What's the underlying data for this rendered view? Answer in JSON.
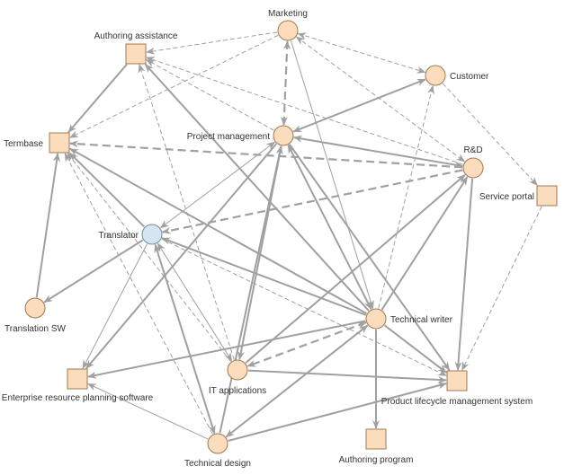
{
  "diagram": {
    "type": "directed-network",
    "colors": {
      "node_fill": "#fbdcbd",
      "node_stroke": "#a07850",
      "highlight_fill": "#d5e6f0",
      "highlight_stroke": "#6b8fa8",
      "edge": "#a0a0a0"
    },
    "nodes": [
      {
        "id": "marketing",
        "label": "Marketing",
        "shape": "circle"
      },
      {
        "id": "authoring_assistance",
        "label": "Authoring assistance",
        "shape": "square"
      },
      {
        "id": "customer",
        "label": "Customer",
        "shape": "circle"
      },
      {
        "id": "termbase",
        "label": "Termbase",
        "shape": "square"
      },
      {
        "id": "project_management",
        "label": "Project management",
        "shape": "circle"
      },
      {
        "id": "rd",
        "label": "R&D",
        "shape": "circle"
      },
      {
        "id": "service_portal",
        "label": "Service portal",
        "shape": "square"
      },
      {
        "id": "translator",
        "label": "Translator",
        "shape": "circle",
        "highlight": true
      },
      {
        "id": "translation_sw",
        "label": "Translation SW",
        "shape": "circle"
      },
      {
        "id": "technical_writer",
        "label": "Technical writer",
        "shape": "circle"
      },
      {
        "id": "erp",
        "label": "Enterprise resource planning software",
        "shape": "square"
      },
      {
        "id": "it_applications",
        "label": "IT applications",
        "shape": "circle"
      },
      {
        "id": "plm",
        "label": "Product lifecycle management system",
        "shape": "square"
      },
      {
        "id": "technical_design",
        "label": "Technical design",
        "shape": "circle"
      },
      {
        "id": "authoring_program",
        "label": "Authoring program",
        "shape": "square"
      }
    ],
    "edges": [
      {
        "from": "marketing",
        "to": "authoring_assistance",
        "style": "thin-dashed"
      },
      {
        "from": "marketing",
        "to": "customer",
        "style": "thin-dashed",
        "bidirectional": true
      },
      {
        "from": "marketing",
        "to": "project_management",
        "style": "dashed",
        "bidirectional": true
      },
      {
        "from": "marketing",
        "to": "rd",
        "style": "thin-dashed",
        "bidirectional": true
      },
      {
        "from": "marketing",
        "to": "termbase",
        "style": "thin-dashed"
      },
      {
        "from": "marketing",
        "to": "technical_writer",
        "style": "thin"
      },
      {
        "from": "customer",
        "to": "project_management",
        "style": "solid",
        "bidirectional": true
      },
      {
        "from": "customer",
        "to": "service_portal",
        "style": "thin-dashed"
      },
      {
        "from": "technical_writer",
        "to": "customer",
        "style": "thin-dashed"
      },
      {
        "from": "authoring_assistance",
        "to": "termbase",
        "style": "solid"
      },
      {
        "from": "rd",
        "to": "authoring_assistance",
        "style": "thin-dashed"
      },
      {
        "from": "project_management",
        "to": "authoring_assistance",
        "style": "thin-dashed"
      },
      {
        "from": "technical_writer",
        "to": "authoring_assistance",
        "style": "solid"
      },
      {
        "from": "it_applications",
        "to": "authoring_assistance",
        "style": "thin-dashed"
      },
      {
        "from": "rd",
        "to": "project_management",
        "style": "solid",
        "bidirectional": true
      },
      {
        "from": "rd",
        "to": "termbase",
        "style": "dashed"
      },
      {
        "from": "rd",
        "to": "translator",
        "style": "dashed"
      },
      {
        "from": "technical_writer",
        "to": "rd",
        "style": "solid"
      },
      {
        "from": "it_applications",
        "to": "rd",
        "style": "solid"
      },
      {
        "from": "rd",
        "to": "plm",
        "style": "solid"
      },
      {
        "from": "service_portal",
        "to": "plm",
        "style": "thin-dashed"
      },
      {
        "from": "project_management",
        "to": "translator",
        "style": "thin",
        "bidirectional": true
      },
      {
        "from": "project_management",
        "to": "technical_writer",
        "style": "solid",
        "bidirectional": true
      },
      {
        "from": "project_management",
        "to": "it_applications",
        "style": "solid"
      },
      {
        "from": "project_management",
        "to": "erp",
        "style": "solid"
      },
      {
        "from": "project_management",
        "to": "plm",
        "style": "solid"
      },
      {
        "from": "technical_design",
        "to": "project_management",
        "style": "solid"
      },
      {
        "from": "translation_sw",
        "to": "termbase",
        "style": "solid"
      },
      {
        "from": "translator",
        "to": "termbase",
        "style": "solid"
      },
      {
        "from": "technical_writer",
        "to": "termbase",
        "style": "solid"
      },
      {
        "from": "it_applications",
        "to": "termbase",
        "style": "thin-dashed"
      },
      {
        "from": "technical_design",
        "to": "termbase",
        "style": "thin-dashed"
      },
      {
        "from": "translator",
        "to": "translation_sw",
        "style": "solid"
      },
      {
        "from": "translator",
        "to": "erp",
        "style": "thin"
      },
      {
        "from": "translator",
        "to": "it_applications",
        "style": "thin",
        "bidirectional": true
      },
      {
        "from": "translator",
        "to": "technical_design",
        "style": "solid",
        "bidirectional": true
      },
      {
        "from": "technical_writer",
        "to": "translator",
        "style": "solid"
      },
      {
        "from": "translator",
        "to": "plm",
        "style": "thin-dashed"
      },
      {
        "from": "technical_writer",
        "to": "erp",
        "style": "solid"
      },
      {
        "from": "technical_writer",
        "to": "it_applications",
        "style": "dashed",
        "bidirectional": true
      },
      {
        "from": "technical_writer",
        "to": "plm",
        "style": "solid"
      },
      {
        "from": "technical_writer",
        "to": "authoring_program",
        "style": "solid"
      },
      {
        "from": "technical_design",
        "to": "technical_writer",
        "style": "solid",
        "bidirectional": true
      },
      {
        "from": "it_applications",
        "to": "plm",
        "style": "solid"
      },
      {
        "from": "technical_design",
        "to": "plm",
        "style": "solid"
      },
      {
        "from": "technical_design",
        "to": "erp",
        "style": "thin"
      }
    ]
  }
}
